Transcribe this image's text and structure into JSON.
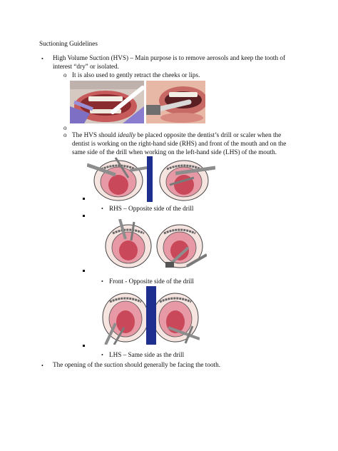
{
  "doc": {
    "title": "Suctioning Guidelines",
    "hvs_bullet": "High Volume Suction (HVS) – Main purpose is to remove aerosols and keep the tooth of",
    "hvs_bullet_cont": "interest “dry” or isolated.",
    "retract_line": "It is also used to gently retract the cheeks or lips.",
    "placement_1a": "The HVS should ",
    "placement_1_em": "ideally",
    "placement_1b": " be placed opposite the dentist’s drill or scaler when the",
    "placement_2": "dentist is working on the right-hand side (RHS) and front of the mouth and on the",
    "placement_3": "same side of the drill when working on the left-hand side (LHS) of the mouth.",
    "caption_rhs": "RHS – Opposite side of the drill",
    "caption_front": "Front - Opposite side of the drill",
    "caption_lhs": "LHS – Same side as the drill",
    "opening_line": "The opening of the suction should generally be facing the tooth.",
    "bullet_disc": "•",
    "bullet_o": "o"
  },
  "colors": {
    "text": "#111111",
    "divider_blue": "#1f2f8f",
    "gum_pink": "#e79aa6",
    "tongue_red": "#c9485a",
    "glove_purple": "#7c6fc4",
    "lip_red": "#c75a5a"
  }
}
